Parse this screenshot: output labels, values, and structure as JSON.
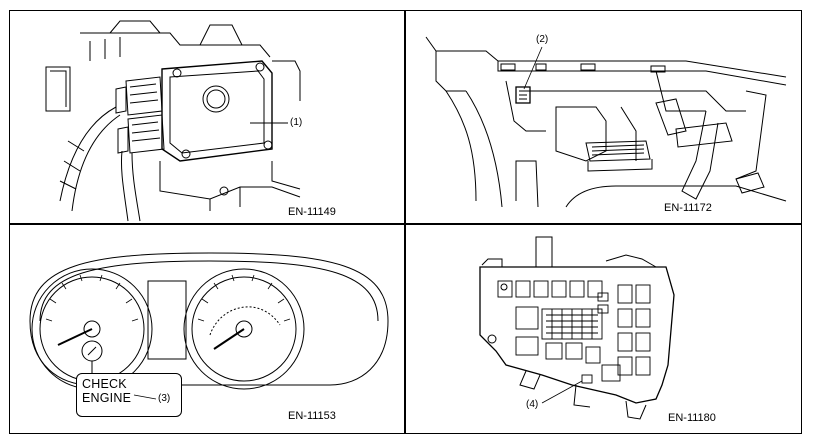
{
  "panels": [
    {
      "code": "EN-11149",
      "callout": "(1)"
    },
    {
      "code": "EN-11172",
      "callout": "(2)"
    },
    {
      "code": "EN-11153",
      "callout": "(3)",
      "lamp_label_1": "CHECK",
      "lamp_label_2": "ENGINE"
    },
    {
      "code": "EN-11180",
      "callout": "(4)"
    }
  ]
}
